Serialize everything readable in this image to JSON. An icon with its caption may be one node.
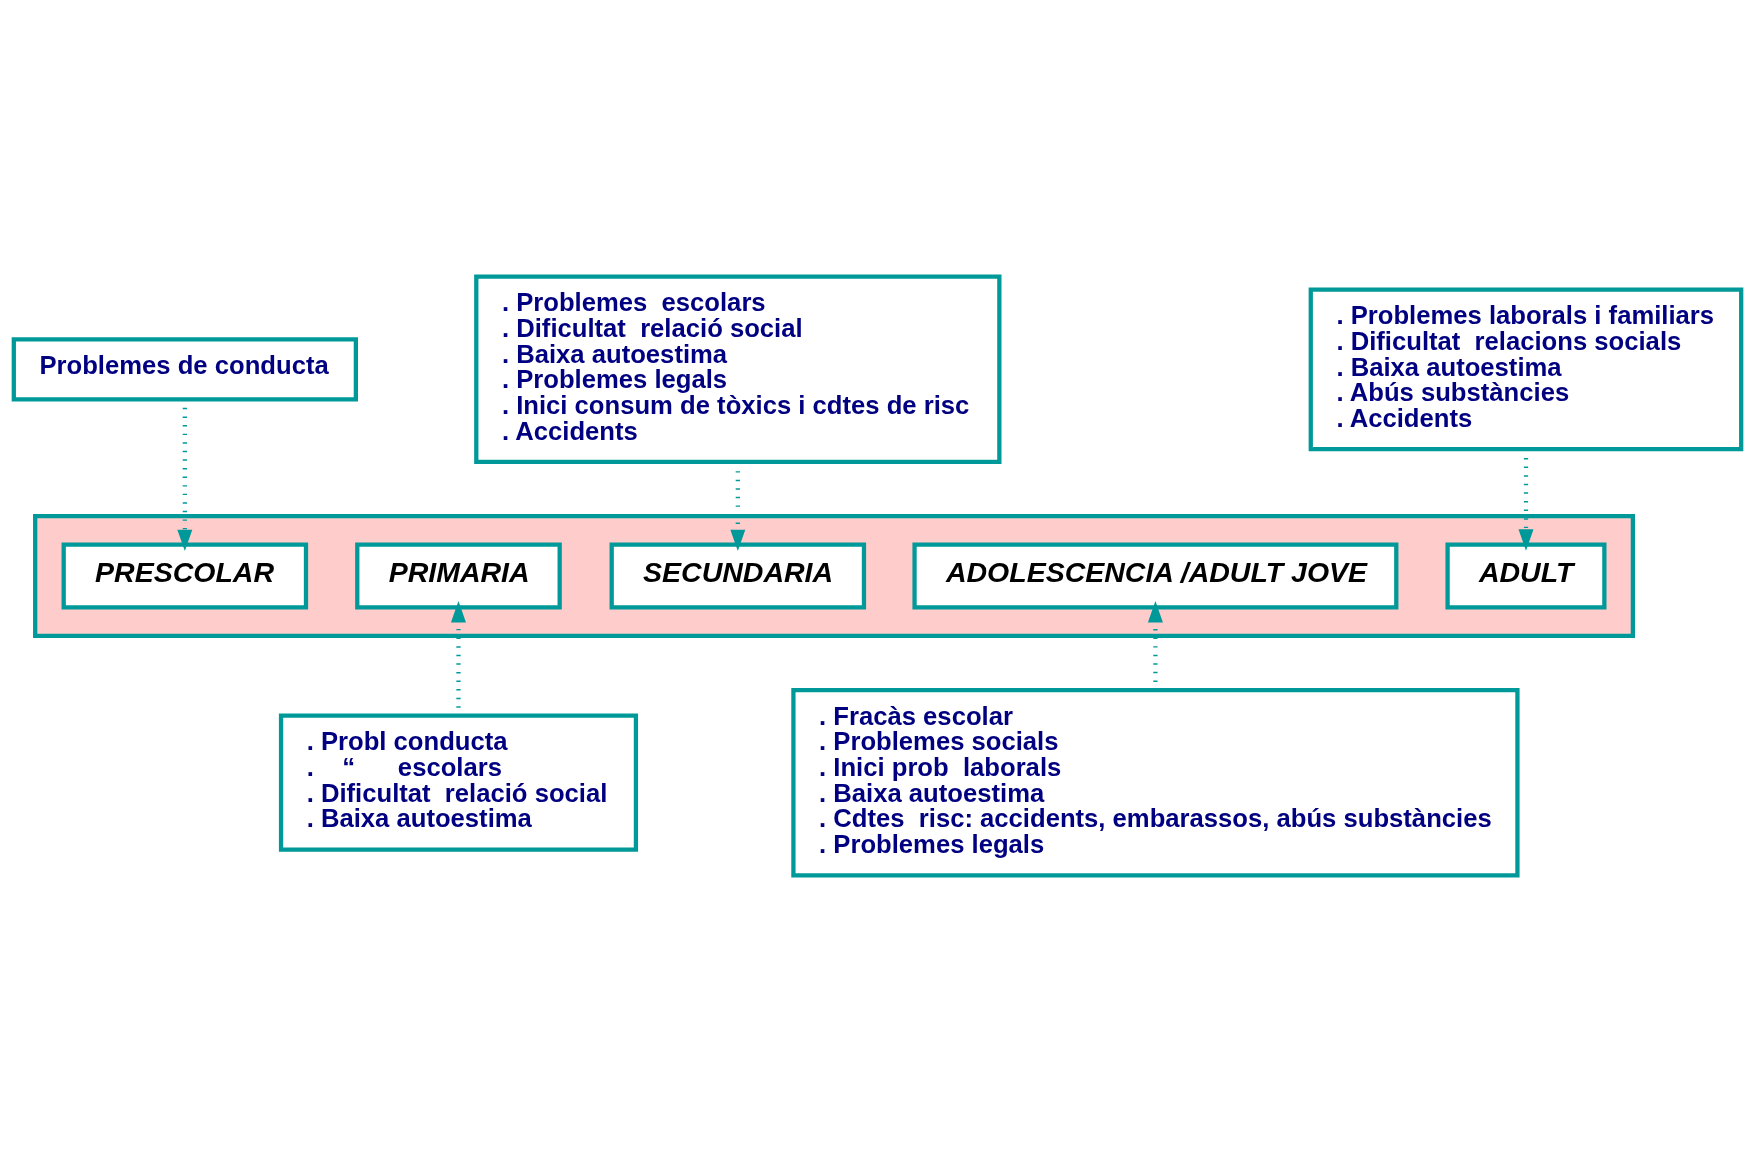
{
  "diagram": {
    "nodes": [
      {
        "text": [
          "Problemes de conducta"
        ]
      },
      {
        "text": [
          ". Problemes  escolars",
          ". Dificultat  relació social",
          ". Baixa autoestima",
          ". Problemes legals",
          ". Inici consum de tòxics i cdtes de risc",
          ". Accidents"
        ]
      },
      {
        "text": [
          ". Problemes laborals i familiars",
          ". Dificultat  relacions socials",
          ". Baixa autoestima",
          ". Abús substàncies",
          ". Accidents"
        ]
      },
      {
        "text": [],
        "shape": "arrow"
      },
      {
        "text": [
          "PRESCOLAR"
        ],
        "in": 3
      },
      {
        "text": [
          "PRIMARIA"
        ],
        "in": 3
      },
      {
        "text": [
          "SECUNDARIA"
        ],
        "in": 3
      },
      {
        "text": [
          "ADOLESCENCIA /ADULT JOVE"
        ],
        "in": 3
      },
      {
        "text": [
          "ADULT"
        ],
        "in": 3
      },
      {
        "text": [
          ". Probl conducta",
          ".    “      escolars",
          ". Dificultat  relació social",
          ". Baixa autoestima"
        ]
      },
      {
        "text": [
          ". Fracàs escolar",
          ". Problemes socials",
          ". Inici prob  laborals",
          ". Baixa autoestima",
          ". Cdtes  risc: accidents, embarassos, abús substàncies",
          ". Problemes legals"
        ]
      }
    ],
    "edges": [
      {
        "from": 0,
        "to": 4,
        "arrow": "to",
        "style": "dashed"
      },
      {
        "from": 1,
        "to": 6,
        "arrow": "to",
        "style": "dashed"
      },
      {
        "from": 2,
        "to": 8,
        "arrow": "to",
        "style": "dashed"
      },
      {
        "from": 9,
        "to": 5,
        "arrow": "to",
        "style": "dashed"
      },
      {
        "from": 10,
        "to": 7,
        "arrow": "to",
        "style": "dashed"
      }
    ]
  }
}
